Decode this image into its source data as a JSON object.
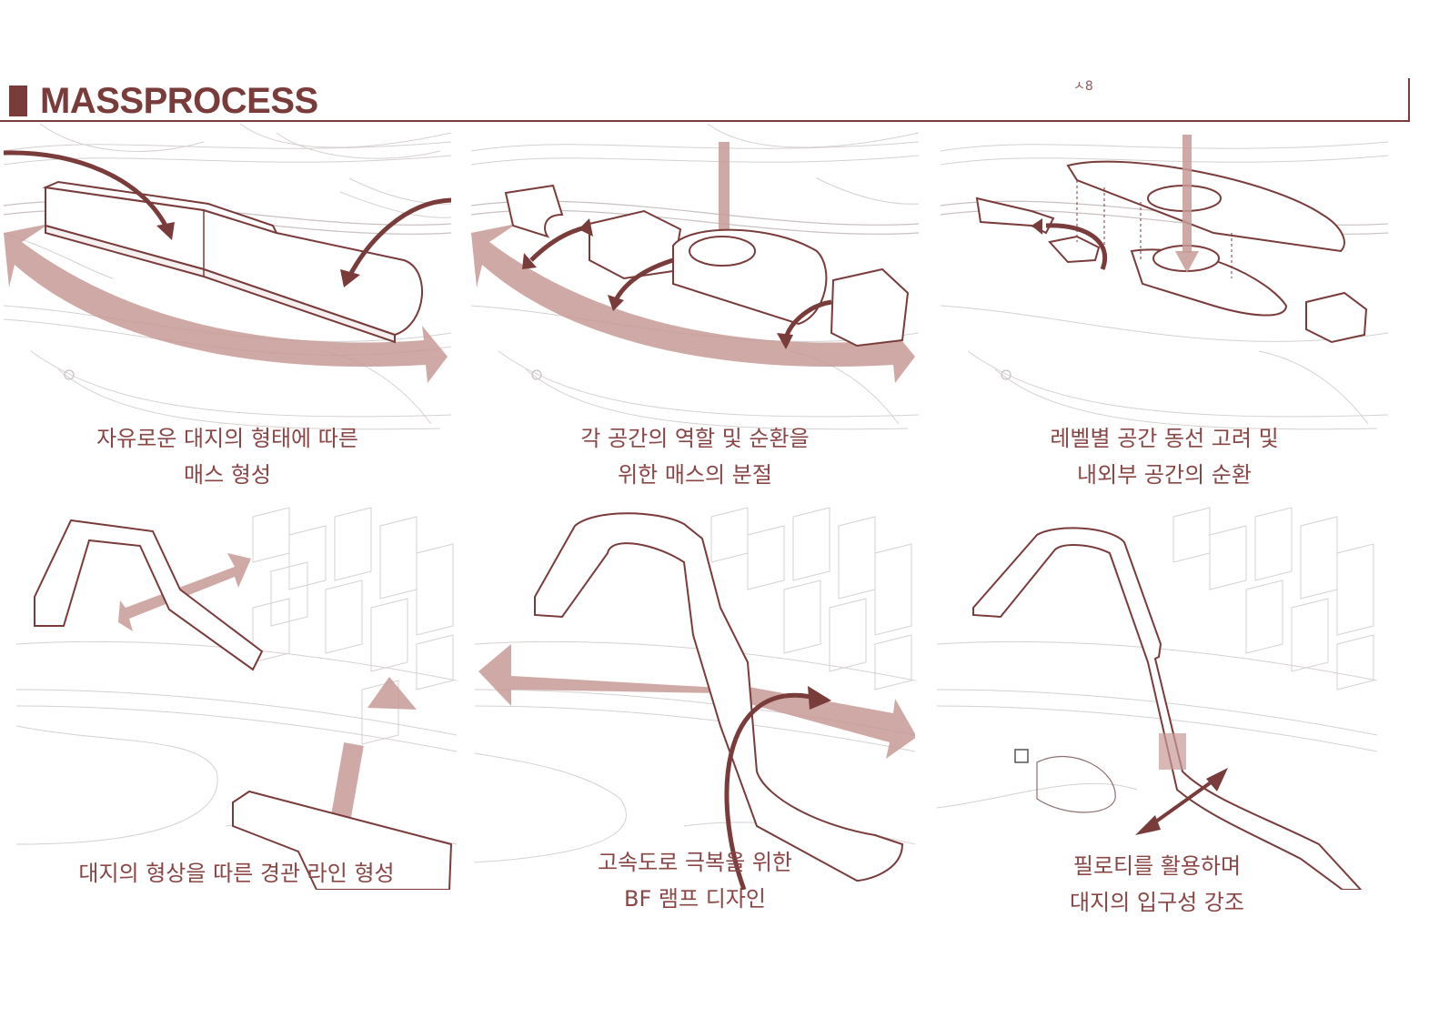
{
  "header": {
    "title": "MASSPROCESS",
    "page_mark": "ㅅ8"
  },
  "colors": {
    "accent": "#7a3b3b",
    "arrow_light": "#c79a97",
    "base_lines": "#d6d0d0"
  },
  "panels": [
    {
      "caption_line1": "자유로운 대지의 형태에 따른",
      "caption_line2": "매스 형성"
    },
    {
      "caption_line1": "각 공간의 역할 및 순환을",
      "caption_line2": "위한  매스의 분절"
    },
    {
      "caption_line1": "레벨별 공간 동선 고려 및",
      "caption_line2": "내외부 공간의 순환"
    },
    {
      "caption_line1": "대지의 형상을 따른 경관 라인 형성",
      "caption_line2": ""
    },
    {
      "caption_line1": "고속도로 극복을 위한",
      "caption_line2": "BF 램프 디자인"
    },
    {
      "caption_line1": "필로티를 활용하며",
      "caption_line2": "대지의 입구성 강조"
    }
  ]
}
